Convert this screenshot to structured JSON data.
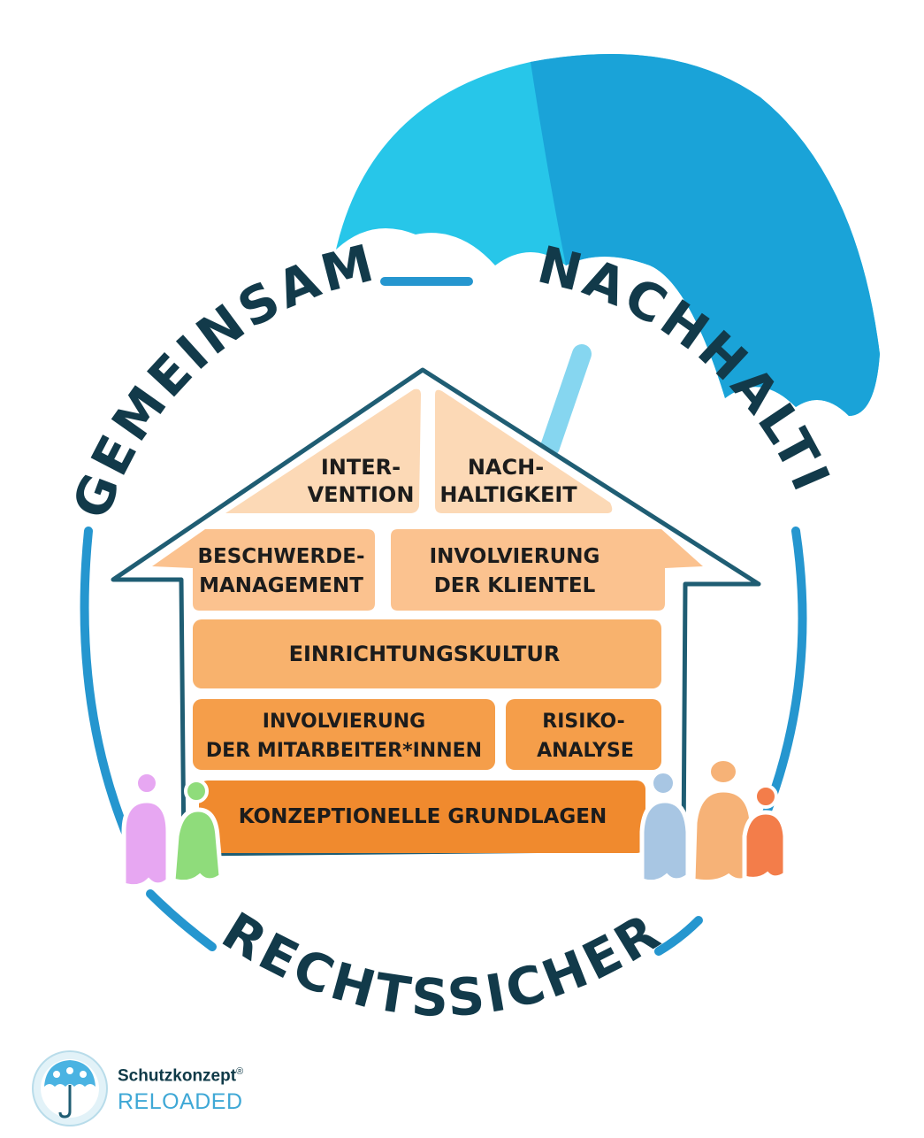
{
  "ring": {
    "top_left": "GEMEINSAM",
    "top_right": "NACHHALTIG",
    "bottom": "RECHTSSICHER"
  },
  "house": {
    "roof_left": [
      "INTER-",
      "VENTION"
    ],
    "roof_right": [
      "NACH-",
      "HALTIGKEIT"
    ],
    "row2_left": [
      "BESCHWERDE-",
      "MANAGEMENT"
    ],
    "row2_right": [
      "INVOLVIERUNG",
      "DER KLIENTEL"
    ],
    "row3": "EINRICHTUNGSKULTUR",
    "row4_left": [
      "INVOLVIERUNG",
      "DER MITARBEITER*INNEN"
    ],
    "row4_right": [
      "RISIKO-",
      "ANALYSE"
    ],
    "foundation": "KONZEPTIONELLE GRUNDLAGEN"
  },
  "logo": {
    "title": "Schutzkonzept",
    "registered": "®",
    "subtitle": "RELOADED"
  },
  "colors": {
    "umbrella_light": "#27c6e9",
    "umbrella_dark": "#1aa3d8",
    "ring": "#2596cf",
    "outline": "#1f5d73",
    "roof": "#fcd9b6",
    "row2": "#fbc28f",
    "row3": "#f8b26d",
    "row4": "#f59e4a",
    "foundation": "#f08a2e",
    "text_dark": "#123a4a"
  }
}
